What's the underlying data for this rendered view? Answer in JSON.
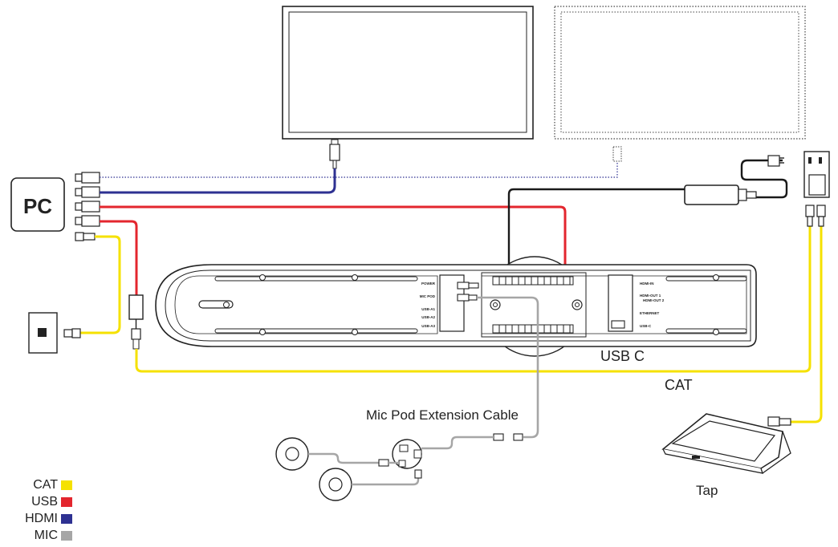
{
  "labels": {
    "pc": "PC",
    "usb_c": "USB C",
    "cat": "CAT",
    "mic_ext": "Mic Pod Extension Cable",
    "tap": "Tap"
  },
  "ports_left": [
    "POWER",
    "MIC POD",
    "USB-A1",
    "USB-A2",
    "USB-A3"
  ],
  "ports_right": [
    "HDMI-IN",
    "HDMI-OUT 1",
    "HDMI-OUT 2",
    "ETHERNET",
    "USB-C"
  ],
  "legend": [
    {
      "label": "CAT",
      "color": "#f5e100"
    },
    {
      "label": "USB",
      "color": "#e3262e"
    },
    {
      "label": "HDMI",
      "color": "#2e3192"
    },
    {
      "label": "MIC",
      "color": "#a6a6a6"
    }
  ],
  "colors": {
    "cat": "#f5e100",
    "usb": "#e3262e",
    "hdmi": "#2e3192",
    "mic": "#a6a6a6",
    "power": "#1a1a1a"
  }
}
